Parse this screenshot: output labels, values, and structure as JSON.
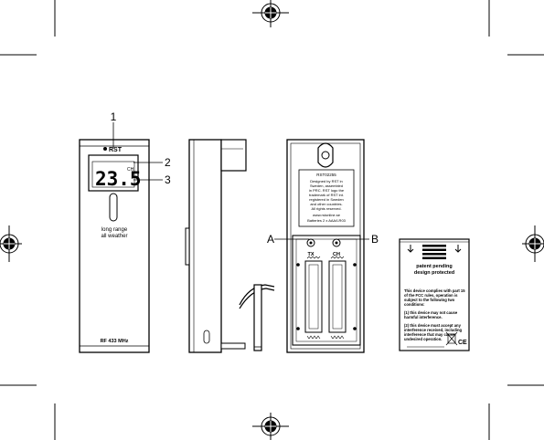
{
  "front": {
    "brand": "RST",
    "display_value": "23.5",
    "channel": "CH",
    "text_line1": "long range",
    "text_line2": "all weather",
    "frequency": "RF 433 MHz"
  },
  "callouts": {
    "n1": "1",
    "n2": "2",
    "n3": "3",
    "a": "A",
    "b": "B"
  },
  "back": {
    "sticker_id": "RST02255",
    "sticker_lines": [
      "Designed by RST in",
      "Sweden, assembled",
      "in PRC. RST logo the",
      "trademark of RST int.",
      "registered in Sweden",
      "and other countries.",
      "All rights reserved.",
      "www.rstonline.se",
      "Batteries 2 x AAA/LR03"
    ],
    "button_tx": "TX",
    "button_ch": "CH"
  },
  "cover": {
    "patent_line1": "patent pending",
    "patent_line2": "design protected",
    "fcc_para1_a": "This device complies with part 15",
    "fcc_para1_b": "of the FCC rules, operation is",
    "fcc_para1_c": "subject to the following two",
    "fcc_para1_d": "conditions:",
    "fcc_para2_a": "(1) this device may not cause",
    "fcc_para2_b": "harmful interference.",
    "fcc_para3_a": "(2) this device must accept any",
    "fcc_para3_b": "interference received, including",
    "fcc_para3_c": "interference that may cause",
    "fcc_para3_d": "undesired operation."
  }
}
